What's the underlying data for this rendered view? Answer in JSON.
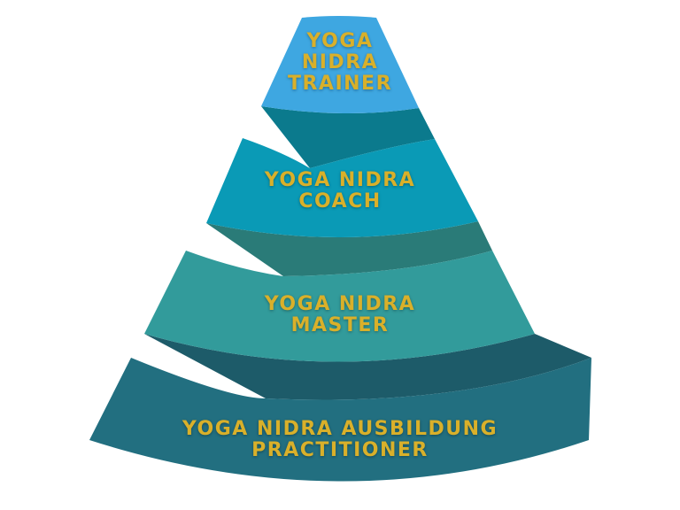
{
  "diagram": {
    "type": "pyramid",
    "text_color": "#d9b02a",
    "tiers": [
      {
        "level": 1,
        "label_lines": [
          "YOGA",
          "NIDRA",
          "TRAINER"
        ],
        "color": "#3ea7e1"
      },
      {
        "level": 2,
        "label_lines": [
          "YOGA NIDRA",
          "COACH"
        ],
        "color": "#0a9ab6"
      },
      {
        "level": 3,
        "label_lines": [
          "YOGA NIDRA",
          "MASTER"
        ],
        "color": "#329b9b"
      },
      {
        "level": 4,
        "label_lines": [
          "YOGA NIDRA AUSBILDUNG",
          "PRACTITIONER"
        ],
        "color": "#226f80"
      }
    ],
    "ribbons": [
      {
        "between": "1-2",
        "color": "#0b7a8d"
      },
      {
        "between": "2-3",
        "color": "#2a7b78"
      },
      {
        "between": "3-4",
        "color": "#1d5b69"
      }
    ]
  }
}
